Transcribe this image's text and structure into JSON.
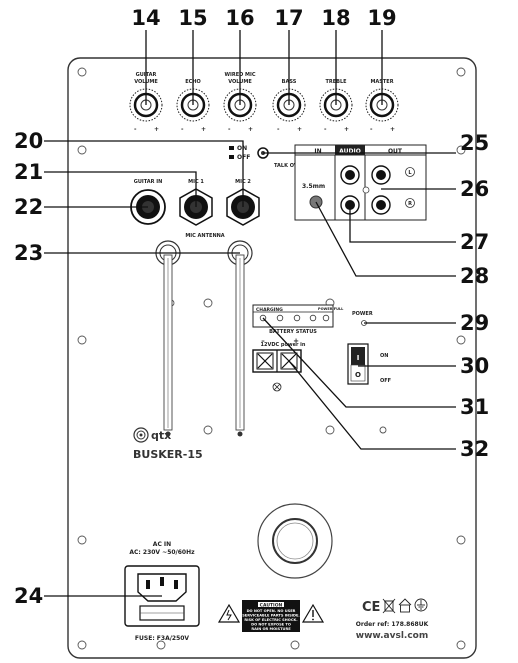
{
  "callouts": {
    "n14": "14",
    "n15": "15",
    "n16": "16",
    "n17": "17",
    "n18": "18",
    "n19": "19",
    "n20": "20",
    "n21": "21",
    "n22": "22",
    "n23": "23",
    "n24": "24",
    "n25": "25",
    "n26": "26",
    "n27": "27",
    "n28": "28",
    "n29": "29",
    "n30": "30",
    "n31": "31",
    "n32": "32"
  },
  "knobs": {
    "guitar_volume_1": "GUITAR",
    "guitar_volume_2": "VOLUME",
    "echo": "ECHO",
    "wired_mic_volume_1": "WIRED MIC",
    "wired_mic_volume_2": "VOLUME",
    "bass": "BASS",
    "treble": "TREBLE",
    "master": "MASTER",
    "minus": "-",
    "plus": "+"
  },
  "talkover": {
    "on": "ON",
    "off": "OFF",
    "label": "TALK OVER"
  },
  "audio_panel": {
    "in": "IN",
    "audio": "AUDIO",
    "out": "OUT",
    "jack": "3.5mm",
    "left": "L",
    "right": "R"
  },
  "inputs": {
    "guitar_in": "GUITAR IN",
    "mic1": "MIC 1",
    "mic2": "MIC 2",
    "antenna": "MIC ANTENNA"
  },
  "battery": {
    "charging": "CHARGING",
    "power_full": "POWER FULL",
    "status": "BATTERY STATUS",
    "dc_in": "12VDC power in",
    "minus": "–",
    "plus": "+"
  },
  "power": {
    "led": "POWER",
    "on": "ON",
    "off": "OFF",
    "switch_on": "I",
    "switch_off": "O"
  },
  "branding": {
    "logo": "qtx",
    "model": "BUSKER-15"
  },
  "ac": {
    "in": "AC IN",
    "voltage": "AC: 230V ~50/60Hz",
    "fuse": "FUSE: F3A/250V"
  },
  "caution": {
    "title": "CAUTION",
    "l1": "DO NOT OPEN. NO USER",
    "l2": "SERVICEABLE PARTS INSIDE.",
    "l3": "RISK OF ELECTRIC SHOCK.",
    "l4": "DO NOT EXPOSE TO",
    "l5": "RAIN OR MOISTURE"
  },
  "footer": {
    "ce": "CE",
    "order_ref": "Order ref: 178.868UK",
    "website": "www.avsl.com"
  }
}
